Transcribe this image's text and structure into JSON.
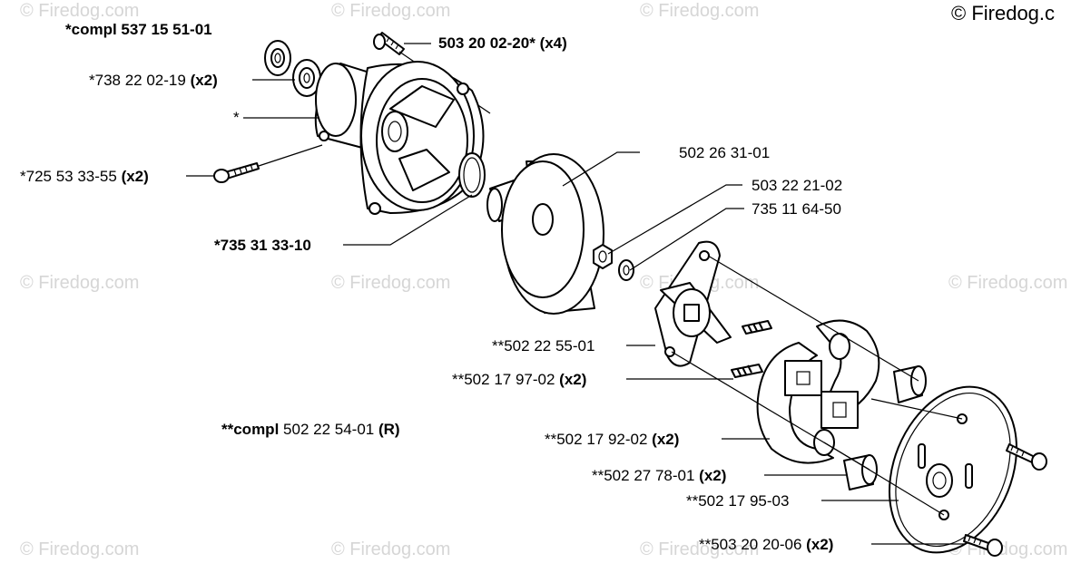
{
  "copyright": "© Firedog.c",
  "watermark": "© Firedog.com",
  "labels": {
    "compl_top": "*compl 537 15 51-01",
    "screw_top": "503 20 02-20*",
    "screw_top_qty": "(x4)",
    "bearing": "*738 22 02-19",
    "bearing_qty": "(x2)",
    "star": "*",
    "screw_left": "*725 53 33-55",
    "screw_left_qty": "(x2)",
    "oring": "*735 31 33-10",
    "drum": "502 26 31-01",
    "nut": "503 22 21-02",
    "washer": "735 11 64-50",
    "carrier": "**502 22 55-01",
    "spring": "**502 17 97-02",
    "spring_qty": "(x2)",
    "compl_clutch": "**compl",
    "compl_clutch_num": "502 22 54-01",
    "compl_clutch_r": "(R)",
    "shoe": "**502 17 92-02",
    "shoe_qty": "(x2)",
    "bushing": "**502 27 78-01",
    "bushing_qty": "(x2)",
    "plate": "**502 17 95-03",
    "screw_bottom": "**503 20 20-06",
    "screw_bottom_qty": "(x2)"
  }
}
